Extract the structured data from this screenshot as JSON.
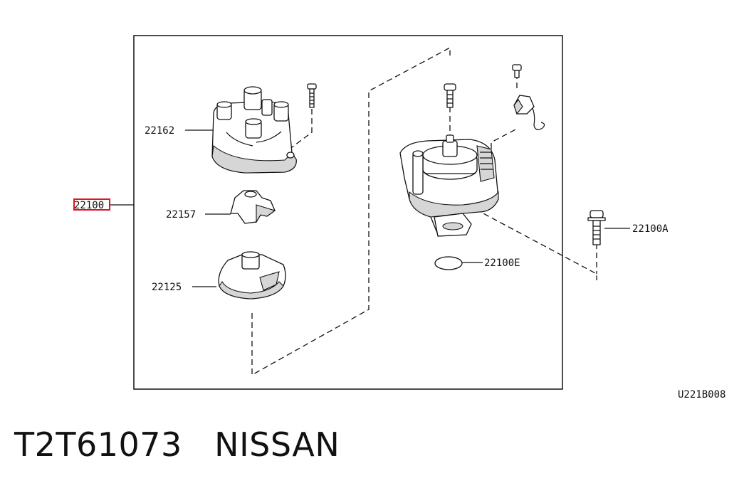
{
  "callouts": {
    "assembly": "22100",
    "cap": "22162",
    "rotor": "22157",
    "shield": "22125",
    "bolt": "22100A",
    "o_ring": "22100E"
  },
  "diagram_code": "U221B008",
  "title": {
    "part_number": "T2T61073",
    "brand": "NISSAN"
  },
  "colors": {
    "highlight": "#e0141e",
    "line": "#111111"
  },
  "icons": [
    "distributor-cap-icon",
    "rotor-icon",
    "shield-icon",
    "screw-icon",
    "distributor-housing-icon",
    "sensor-clip-icon",
    "bolt-icon",
    "o-ring-icon"
  ]
}
